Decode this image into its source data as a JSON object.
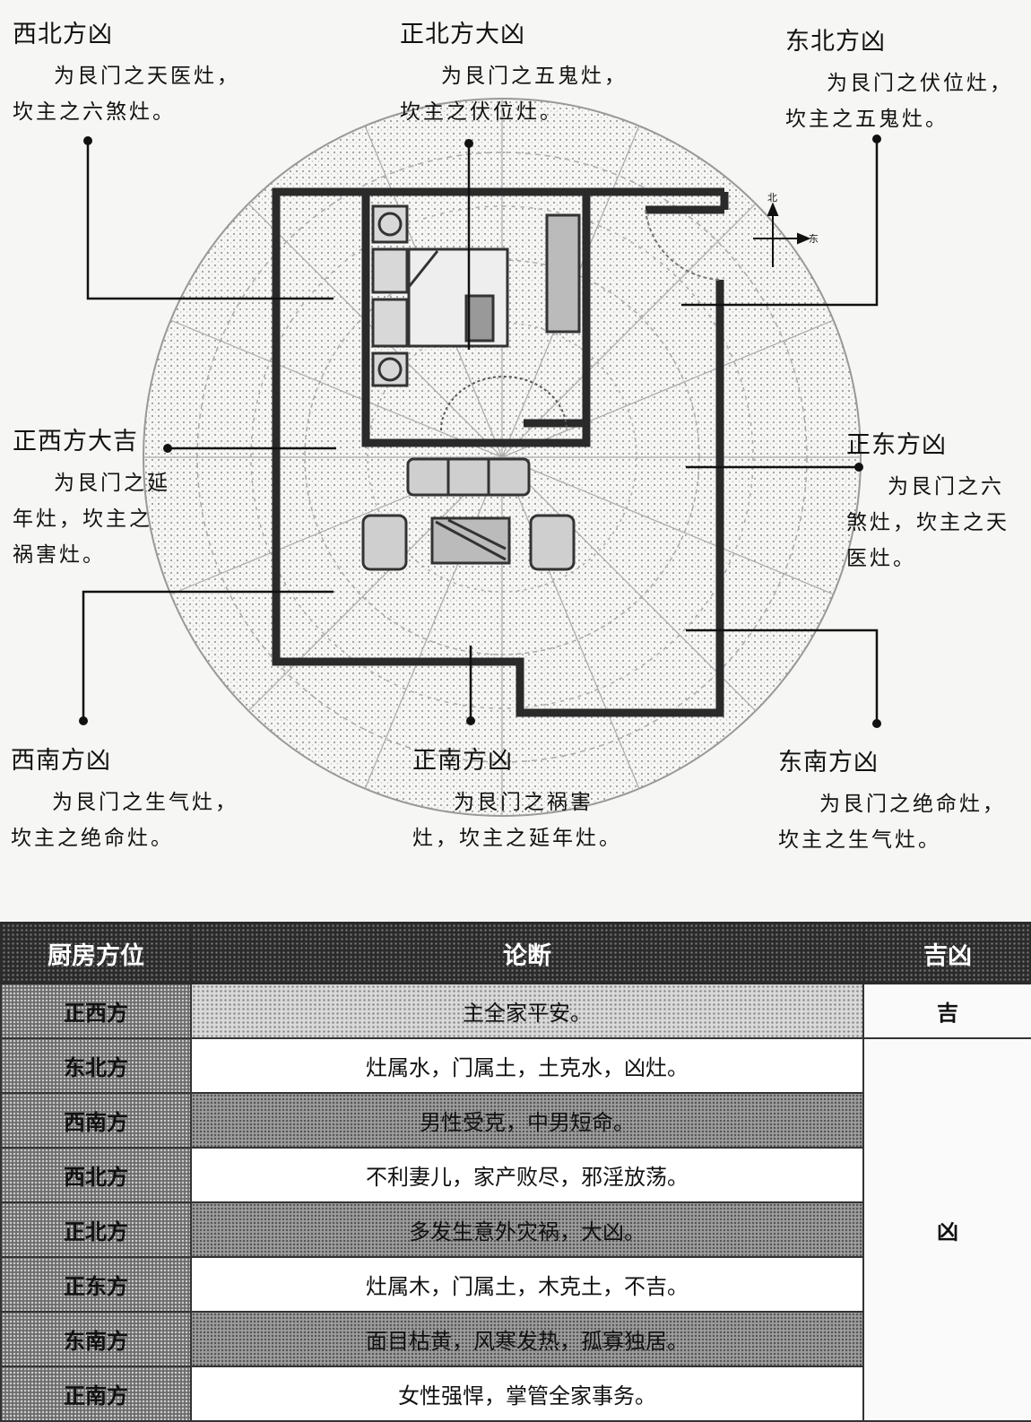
{
  "diagram": {
    "compass": {
      "north": "北",
      "east": "东"
    },
    "directions": [
      {
        "key": "nw",
        "title": "西北方凶",
        "desc": "为艮门之天医灶，坎主之六煞灶。"
      },
      {
        "key": "n",
        "title": "正北方大凶",
        "desc": "为艮门之五鬼灶，坎主之伏位灶。"
      },
      {
        "key": "ne",
        "title": "东北方凶",
        "desc": "为艮门之伏位灶，坎主之五鬼灶。"
      },
      {
        "key": "w",
        "title": "正西方大吉",
        "desc": "为艮门之延年灶，坎主之祸害灶。"
      },
      {
        "key": "e",
        "title": "正东方凶",
        "desc": "为艮门之六煞灶，坎主之天医灶。"
      },
      {
        "key": "sw",
        "title": "西南方凶",
        "desc": "为艮门之生气灶，坎主之绝命灶。"
      },
      {
        "key": "s",
        "title": "正南方凶",
        "desc": "为艮门之祸害灶，坎主之延年灶。"
      },
      {
        "key": "se",
        "title": "东南方凶",
        "desc": "为艮门之绝命灶，坎主之生气灶。"
      }
    ]
  },
  "table": {
    "headers": {
      "direction": "厨房方位",
      "verdict": "论断",
      "result": "吉凶"
    },
    "rows": [
      {
        "direction": "正西方",
        "verdict": "主全家平安。"
      },
      {
        "direction": "东北方",
        "verdict": "灶属水，门属土，土克水，凶灶。"
      },
      {
        "direction": "西南方",
        "verdict": "男性受克，中男短命。"
      },
      {
        "direction": "西北方",
        "verdict": "不利妻儿，家产败尽，邪淫放荡。"
      },
      {
        "direction": "正北方",
        "verdict": "多发生意外灾祸，大凶。"
      },
      {
        "direction": "正东方",
        "verdict": "灶属木，门属土，木克土，不吉。"
      },
      {
        "direction": "东南方",
        "verdict": "面目枯黄，风寒发热，孤寡独居。"
      },
      {
        "direction": "正南方",
        "verdict": "女性强悍，掌管全家事务。"
      }
    ],
    "results": {
      "good": "吉",
      "bad": "凶"
    }
  }
}
